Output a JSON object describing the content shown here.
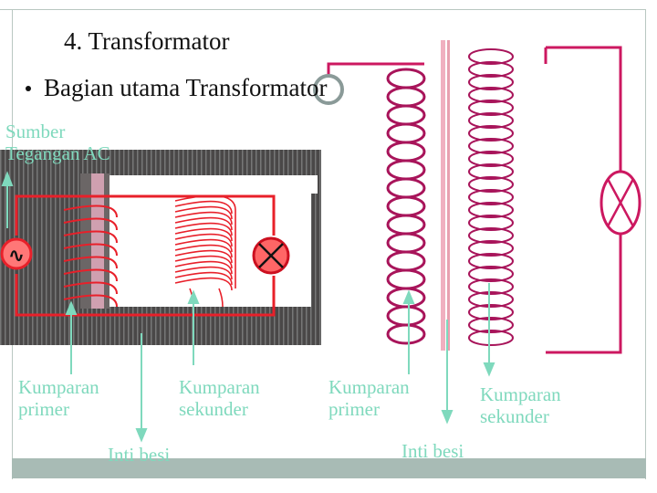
{
  "title": "4. Transformator",
  "bullet": "Bagian utama Transformator",
  "labels": {
    "source_line1": "Sumber",
    "source_line2": "Tegangan AC",
    "left_primary_line1": "Kumparan",
    "left_primary_line2": "primer",
    "left_secondary_line1": "Kumparan",
    "left_secondary_line2": "sekunder",
    "left_core": "Inti besi",
    "right_primary_line1": "Kumparan",
    "right_primary_line2": "primer",
    "right_secondary_line1": "Kumparan",
    "right_secondary_line2": "sekunder",
    "right_core": "Inti besi"
  },
  "ac_symbol": "∿",
  "icons": [
    "ac-source-icon",
    "lamp-icon",
    "lamp-icon"
  ],
  "colors": {
    "wire_red": "#e8202a",
    "wire_magenta": "#cc1860",
    "coil_magenta": "#a8145a",
    "core_dark": "#4a4848",
    "label_green": "#7fd9bd",
    "frame": "#b9c7c1"
  }
}
